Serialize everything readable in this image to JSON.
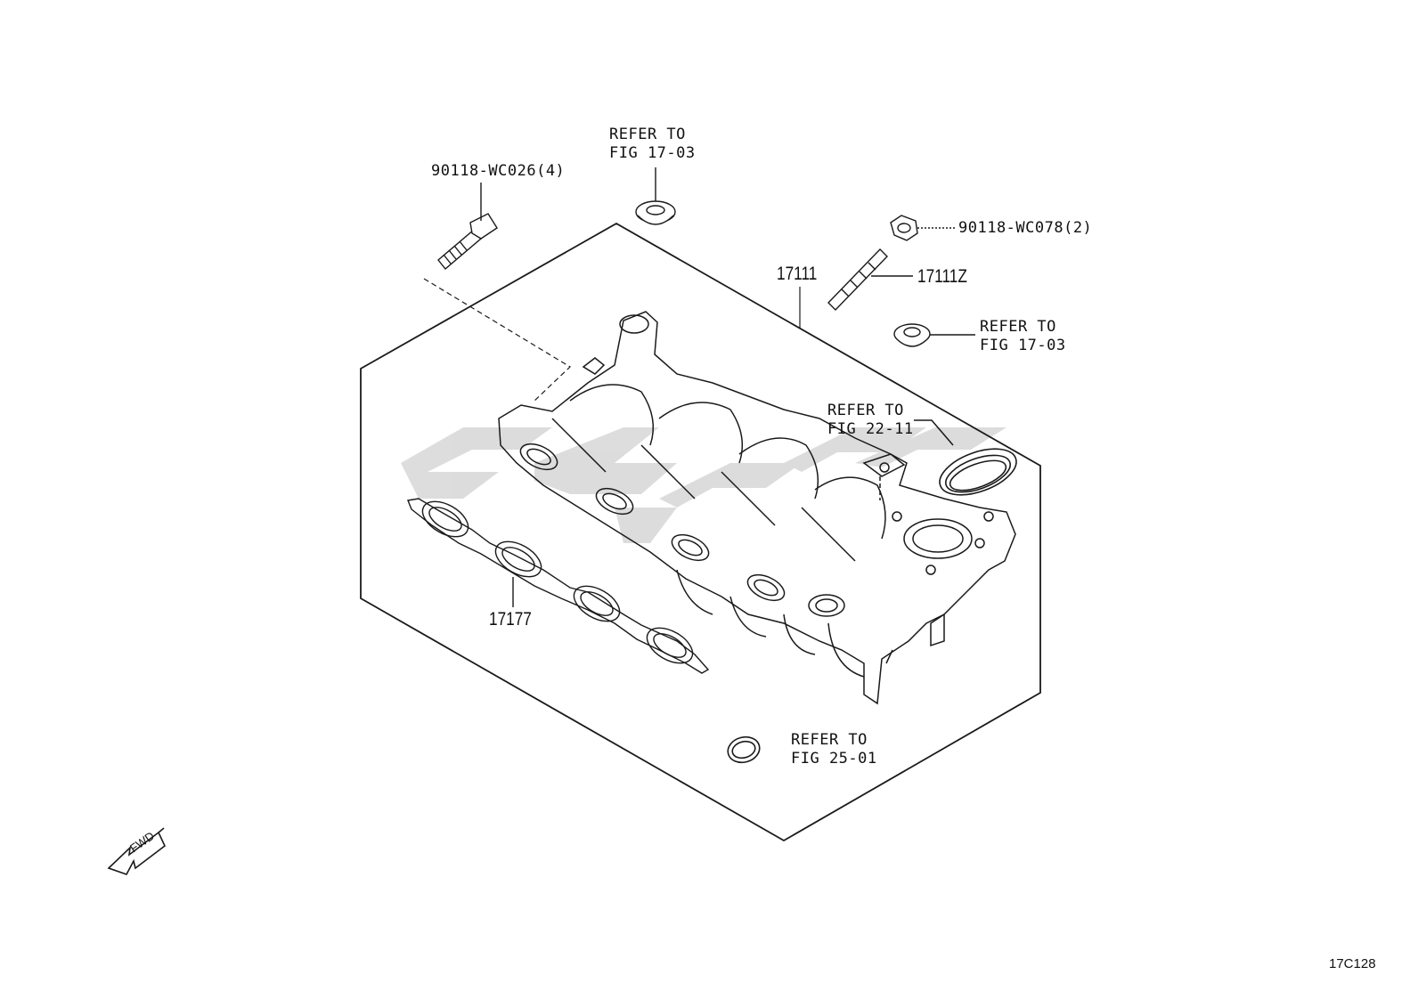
{
  "labels": {
    "bolt_main": "90118-WC026(4)",
    "refer_top_1": "REFER TO",
    "refer_top_2": "FIG 17-03",
    "nut": "90118-WC078(2)",
    "manifold": "17111",
    "stud": "17111Z",
    "refer_right_1": "REFER TO",
    "refer_right_2": "FIG 17-03",
    "refer_ring_1": "REFER TO",
    "refer_ring_2": "FIG 22-11",
    "gasket": "17177",
    "refer_bottom_1": "REFER TO",
    "refer_bottom_2": "FIG 25-01",
    "fwd": "FWD",
    "figure_ref": "17C128"
  },
  "colors": {
    "line": "#1a1a1a",
    "watermark": "#d9d9d9"
  }
}
